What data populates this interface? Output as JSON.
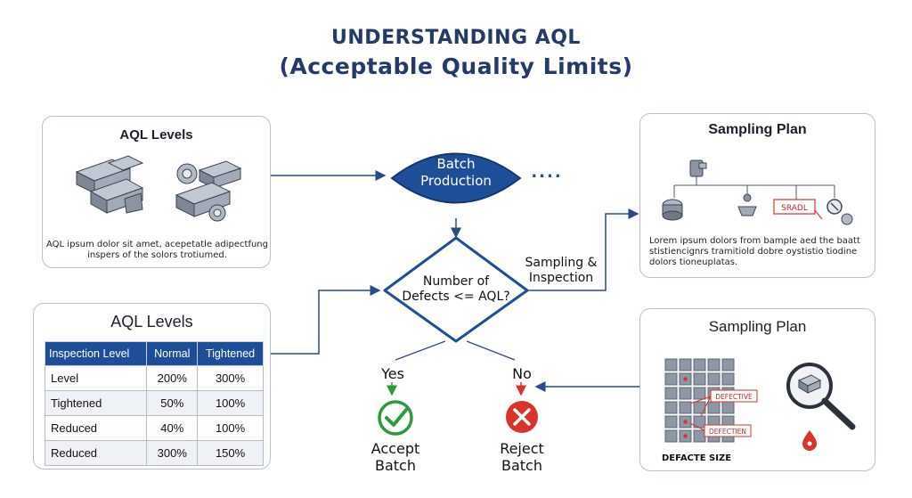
{
  "header": {
    "title_line1": "UNDERSTANDING AQL",
    "title_line2": "(Acceptable Quality Limits)"
  },
  "aql_levels_card": {
    "title": "AQL Levels",
    "caption_line1": "AQL ipsum dolor sit amet, acepetatle adipectfung",
    "caption_line2": "inspers of the solors trotiumed."
  },
  "aql_table_card": {
    "title": "AQL Levels",
    "columns": [
      "Inspection Level",
      "Normal",
      "Tightened"
    ],
    "rows": [
      [
        "Level",
        "200%",
        "300%"
      ],
      [
        "Tightened",
        "50%",
        "100%"
      ],
      [
        "Reduced",
        "40%",
        "100%"
      ],
      [
        "Reduced",
        "300%",
        "150%"
      ]
    ]
  },
  "flow": {
    "batch_line1": "Batch",
    "batch_line2": "Production",
    "ellipsis": "....",
    "decision_line1": "Number of",
    "decision_line2": "Defects <= AQL?",
    "sampling_line1": "Sampling &",
    "sampling_line2": "Inspection",
    "yes_label": "Yes",
    "no_label": "No",
    "accept_line1": "Accept",
    "accept_line2": "Batch",
    "reject_line1": "Reject",
    "reject_line2": "Batch"
  },
  "sampling_plan_top": {
    "title": "Sampling Plan",
    "tag_label": "SRADL",
    "caption_line1": "Lorem ipsum dolors from bample aed the baatt",
    "caption_line2": "stistiencignrs tramitiold dobre oystistio tiodine",
    "caption_line3": "dolors tioneuplatas."
  },
  "sampling_plan_bottom": {
    "title": "Sampling Plan",
    "defect_label_1": "DEFECTIVE",
    "defect_label_2": "DEFECTIEN",
    "footer_label": "DEFACTE SIZE"
  },
  "colors": {
    "navy": "#1f4e99",
    "title": "#243a6b",
    "accept_green": "#2f9a3c",
    "reject_red": "#d9332b",
    "card_border": "#b9c1cf"
  },
  "icons": [
    "isometric-block-icon",
    "gear-icon",
    "magnifier-icon",
    "checkmark-icon",
    "x-mark-icon",
    "drop-icon"
  ]
}
